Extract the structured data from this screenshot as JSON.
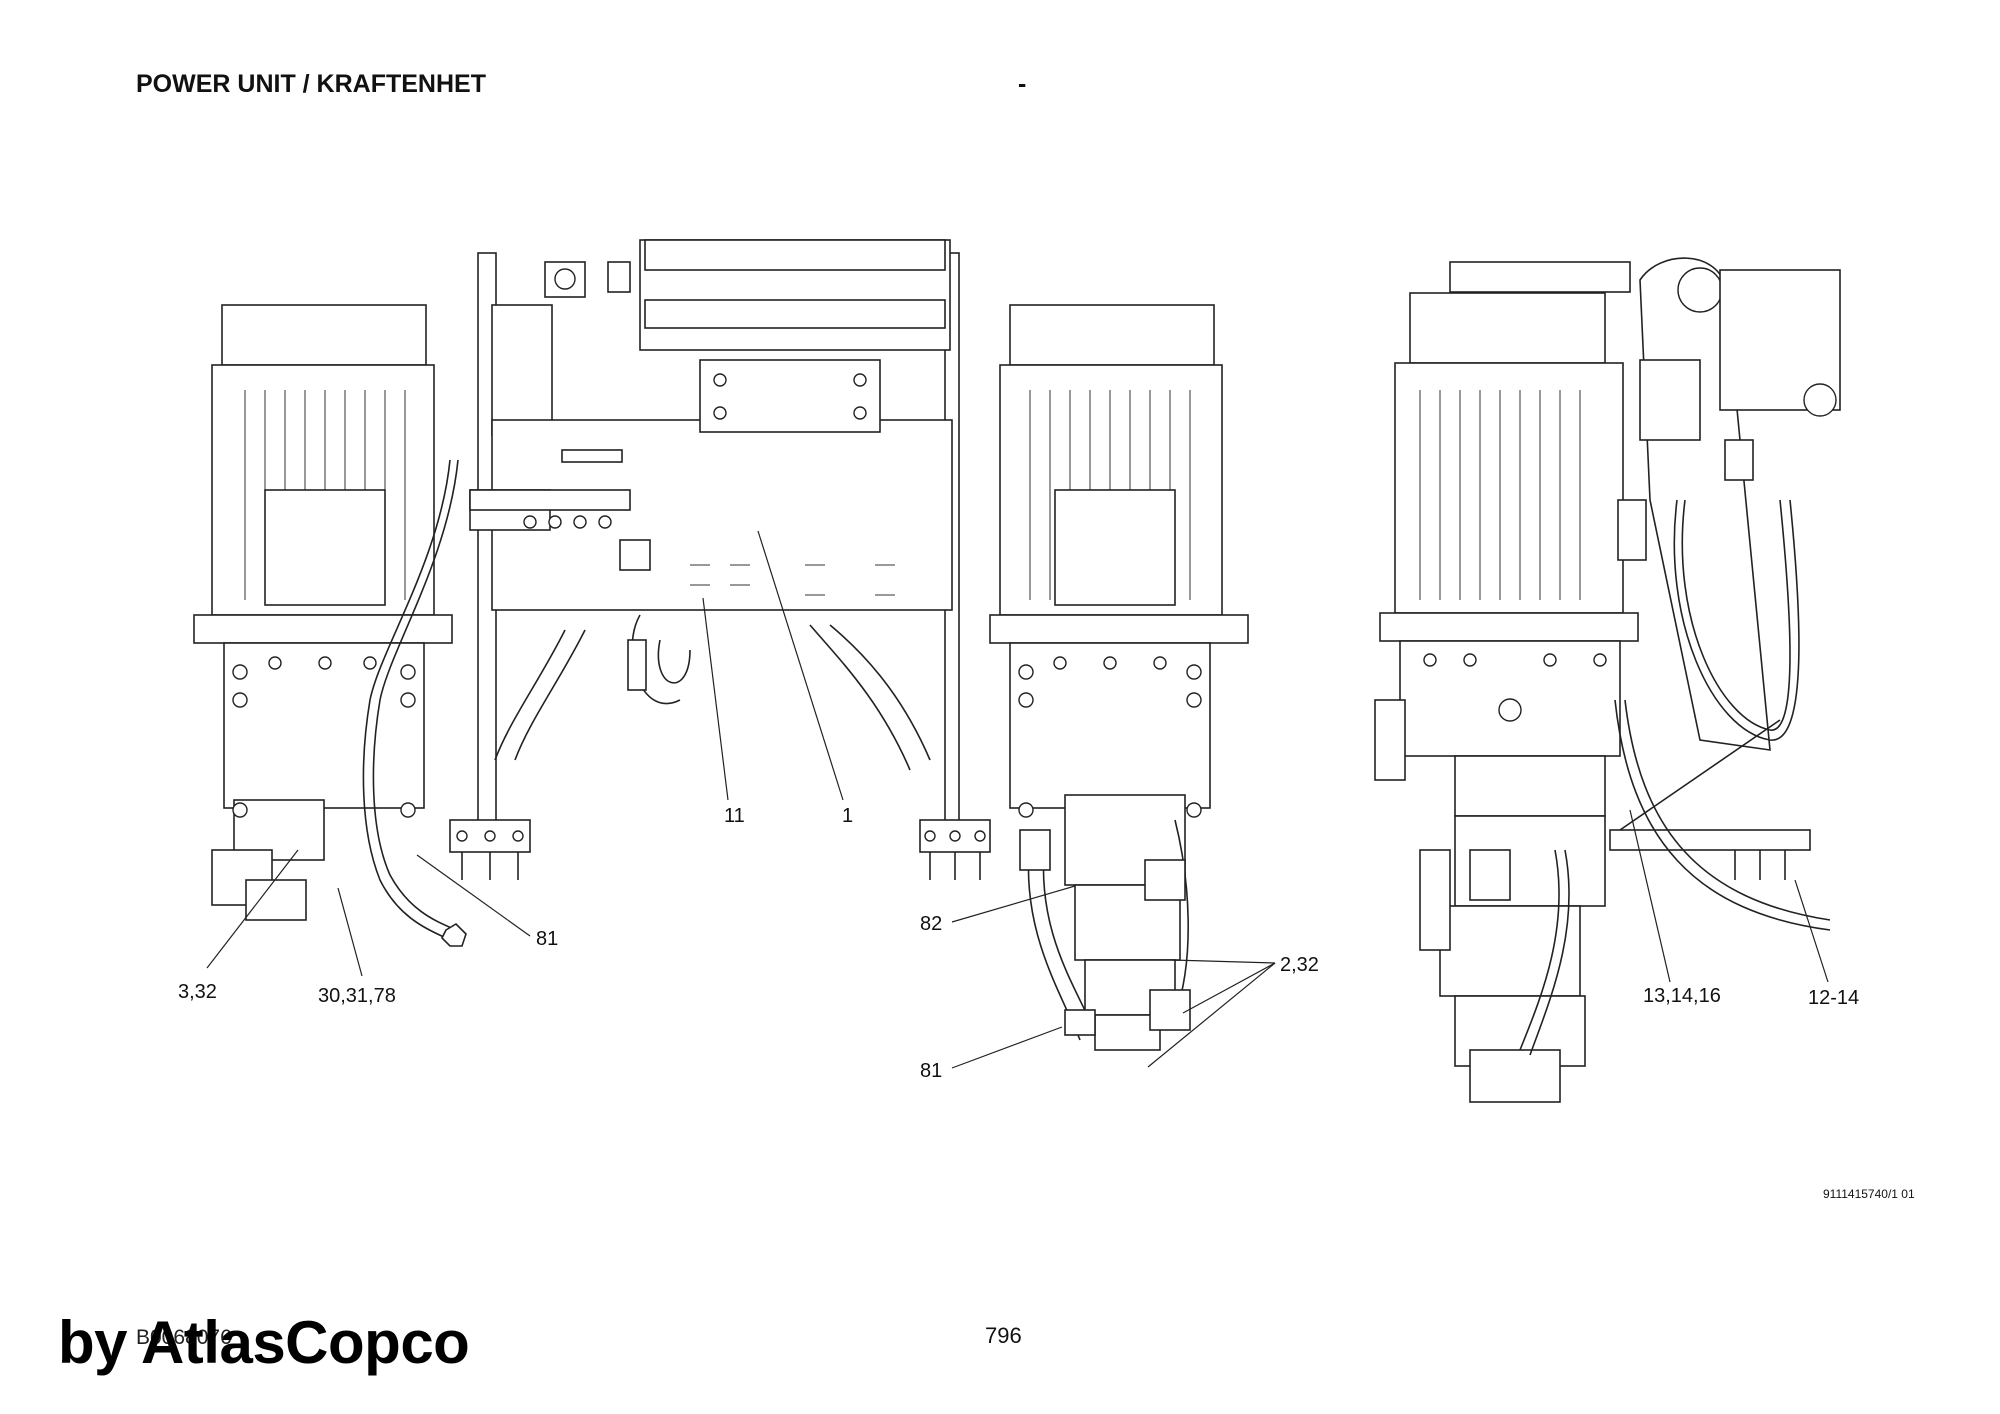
{
  "header": {
    "title": "POWER UNIT / KRAFTENHET",
    "dash": "-"
  },
  "callouts": {
    "c11": "11",
    "c1": "1",
    "c81_left": "81",
    "c3_32": "3,32",
    "c30_31_78": "30,31,78",
    "c82": "82",
    "c2_32": "2,32",
    "c81_center": "81",
    "c13_14_16": "13,14,16",
    "c12_14": "12-14"
  },
  "footer": {
    "doc_ref": "9111415740/1 01",
    "drawing_number": "B0068076",
    "page_number": "796",
    "brand": "by AtlasCopco"
  }
}
